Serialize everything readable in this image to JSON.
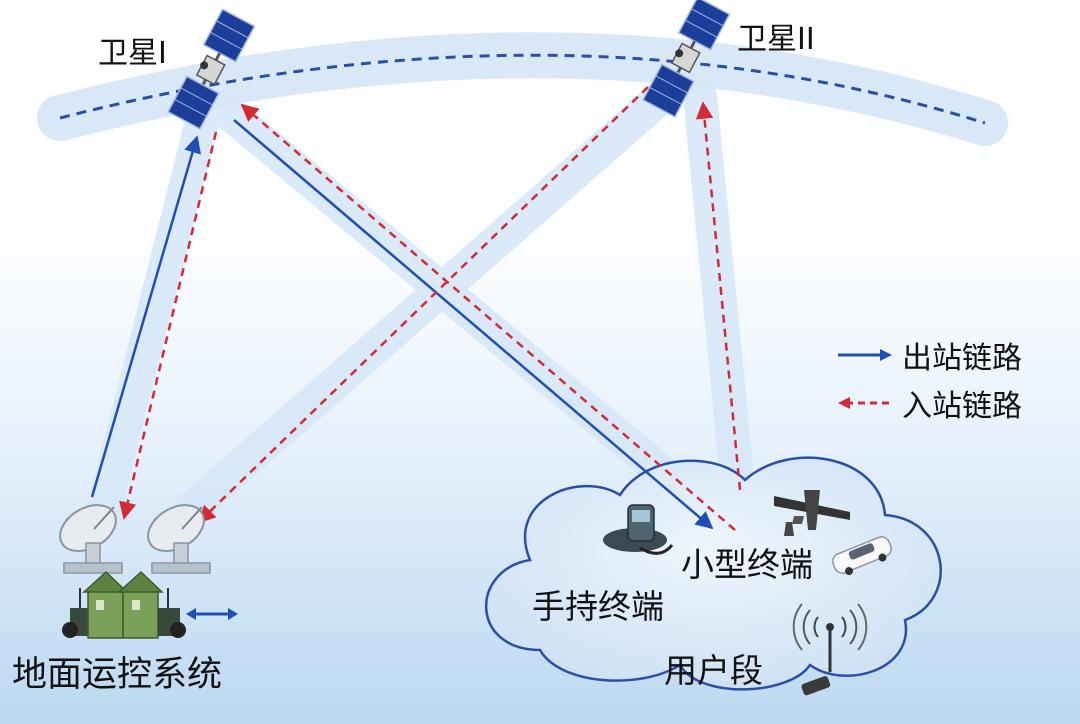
{
  "satellites": [
    {
      "label": "卫星I"
    },
    {
      "label": "卫星II"
    }
  ],
  "legend": {
    "outbound": "出站链路",
    "inbound": "入站链路"
  },
  "ground": {
    "label": "地面运控系统"
  },
  "user_segment": {
    "label": "用户段",
    "handheld": "手持终端",
    "small": "小型终端"
  },
  "colors": {
    "outbound": "#1f4fb5",
    "inbound": "#d42a35",
    "orbit": "#2a4fa5",
    "beam": "#cfe3f6"
  }
}
